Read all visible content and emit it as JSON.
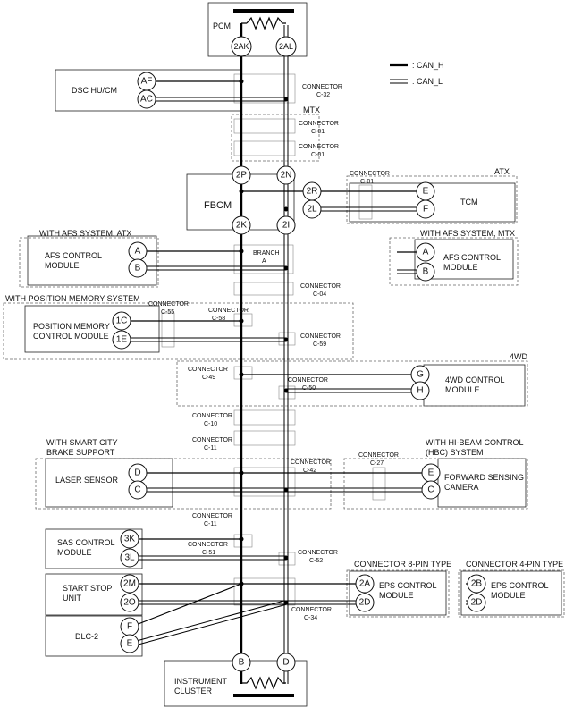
{
  "legend": {
    "can_h": ": CAN_H",
    "can_l": ": CAN_L"
  },
  "modules": {
    "pcm": "PCM",
    "dsc": "DSC HU/CM",
    "fbcm": "FBCM",
    "tcm": "TCM",
    "afs_atx": [
      "AFS CONTROL",
      "MODULE"
    ],
    "afs_mtx": [
      "AFS CONTROL",
      "MODULE"
    ],
    "position_memory": [
      "POSITION MEMORY",
      "CONTROL MODULE"
    ],
    "fwd4": [
      "4WD CONTROL",
      "MODULE"
    ],
    "laser": "LASER SENSOR",
    "forward_camera": [
      "FORWARD SENSING",
      "CAMERA"
    ],
    "sas": [
      "SAS CONTROL",
      "MODULE"
    ],
    "start_stop": [
      "START STOP",
      "UNIT"
    ],
    "dlc2": "DLC-2",
    "eps8": [
      "EPS CONTROL",
      "MODULE"
    ],
    "eps4": [
      "EPS CONTROL",
      "MODULE"
    ],
    "cluster": [
      "INSTRUMENT",
      "CLUSTER"
    ]
  },
  "groups": {
    "mtx": "MTX",
    "atx": "ATX",
    "afs_atx": "WITH AFS SYSTEM, ATX",
    "afs_mtx": "WITH AFS SYSTEM, MTX",
    "position_memory": "WITH POSITION MEMORY SYSTEM",
    "fwd4": "4WD",
    "scbs": [
      "WITH SMART CITY",
      "BRAKE SUPPORT"
    ],
    "hbc": [
      "WITH HI-BEAM CONTROL",
      "(HBC) SYSTEM"
    ],
    "eps8": "CONNECTOR 8-PIN TYPE",
    "eps4": "CONNECTOR 4-PIN TYPE"
  },
  "connectors": {
    "c32": [
      "CONNECTOR",
      "C-32"
    ],
    "c01a": [
      "CONNECTOR",
      "C-01"
    ],
    "c01b": [
      "CONNECTOR",
      "C-01"
    ],
    "c01c": [
      "CONNECTOR",
      "C-01"
    ],
    "branch": [
      "BRANCH",
      "A"
    ],
    "c04": [
      "CONNECTOR",
      "C-04"
    ],
    "c55": [
      "CONNECTOR",
      "C-55"
    ],
    "c58": [
      "CONNECTOR",
      "C-58"
    ],
    "c59": [
      "CONNECTOR",
      "C-59"
    ],
    "c49": [
      "CONNECTOR",
      "C-49"
    ],
    "c50": [
      "CONNECTOR",
      "C-50"
    ],
    "c10": [
      "CONNECTOR",
      "C-10"
    ],
    "c11a": [
      "CONNECTOR",
      "C-11"
    ],
    "c42": [
      "CONNECTOR",
      "C-42"
    ],
    "c27": [
      "CONNECTOR",
      "C-27"
    ],
    "c11b": [
      "CONNECTOR",
      "C-11"
    ],
    "c51": [
      "CONNECTOR",
      "C-51"
    ],
    "c52": [
      "CONNECTOR",
      "C-52"
    ],
    "c34": [
      "CONNECTOR",
      "C-34"
    ]
  },
  "pins": {
    "pcm_h": "2AK",
    "pcm_l": "2AL",
    "dsc_h": "AF",
    "dsc_l": "AC",
    "fbcm_p": "2P",
    "fbcm_n": "2N",
    "fbcm_k": "2K",
    "fbcm_i": "2I",
    "fbcm_r": "2R",
    "fbcm_ll": "2L",
    "tcm_e": "E",
    "tcm_f": "F",
    "afsa_a": "A",
    "afsa_b": "B",
    "afsm_a": "A",
    "afsm_b": "B",
    "pm_1c": "1C",
    "pm_1e": "1E",
    "wd_g": "G",
    "wd_h": "H",
    "ls_d": "D",
    "ls_c": "C",
    "fc_e": "E",
    "fc_c": "C",
    "sas_3k": "3K",
    "sas_3l": "3L",
    "ss_2m": "2M",
    "ss_2o": "2O",
    "dlc_f": "F",
    "dlc_e": "E",
    "eps8_2a": "2A",
    "eps8_2d": "2D",
    "eps4_2b": "2B",
    "eps4_2d": "2D",
    "ic_b": "B",
    "ic_d": "D"
  }
}
